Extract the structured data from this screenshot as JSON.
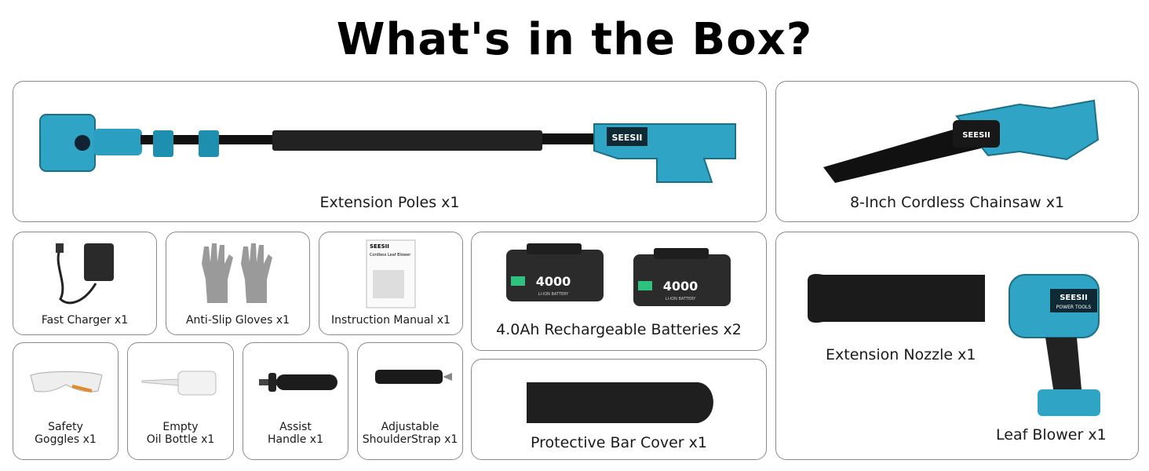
{
  "title": "What's in the Box?",
  "brand": "SEESII",
  "brand_sub": "POWER TOOLS",
  "battery_capacity": "4000",
  "battery_type": "LI-ION BATTERY",
  "manual_brand": "SEESII",
  "manual_title": "Cordless Leaf Blower",
  "items": {
    "extension_poles": "Extension Poles x1",
    "chainsaw": "8-Inch Cordless Chainsaw x1",
    "fast_charger": "Fast Charger x1",
    "gloves": "Anti-Slip Gloves x1",
    "manual": "Instruction Manual x1",
    "batteries": "4.0Ah Rechargeable Batteries x2",
    "goggles_1": "Safety",
    "goggles_2": "Goggles x1",
    "oil_1": "Empty",
    "oil_2": "Oil Bottle x1",
    "handle_1": "Assist",
    "handle_2": "Handle x1",
    "strap_1": "Adjustable",
    "strap_2": "ShoulderStrap x1",
    "bar_cover": "Protective Bar Cover x1",
    "nozzle": "Extension Nozzle x1",
    "leaf_blower": "Leaf Blower x1"
  }
}
